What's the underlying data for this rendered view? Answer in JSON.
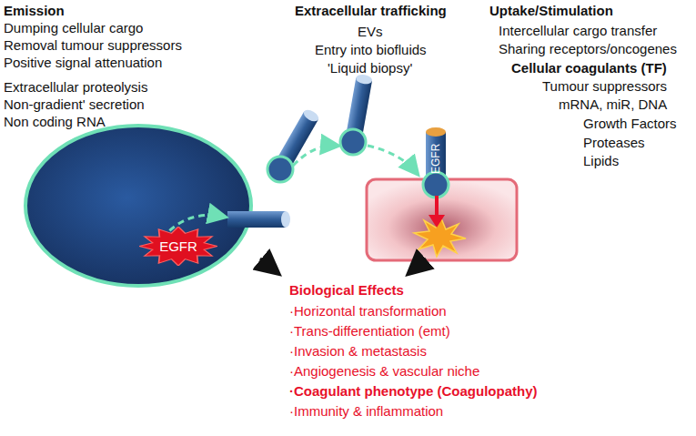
{
  "diagram": {
    "nodes": [
      {
        "text": [
          "EGFR"
        ]
      },
      {
        "text": [
          "EGFR"
        ]
      }
    ],
    "labels": [
      "Emission",
      "Dumping cellular cargo",
      "Removal tumour suppressors",
      "Positive signal attenuation",
      "Extracellular proteolysis",
      "Non-gradient' secretion",
      "Non coding RNA",
      "Extracellular trafficking",
      "EVs",
      "Entry into biofluids",
      "'Liquid biopsy'",
      "Uptake/Stimulation",
      "Intercellular cargo transfer",
      "Sharing receptors/oncogenes",
      "Cellular coagulants (TF)",
      "Tumour suppressors",
      "mRNA, miR, DNA",
      "Growth Factors",
      "Proteases",
      "Lipids",
      "Biological Effects",
      "·Horizontal transformation",
      "·Trans-differentiation (emt)",
      "·Invasion & metastasis",
      "·Angiogenesis & vascular niche",
      "·Coagulant phenotype (Coagulopathy)",
      "·Immunity & inflammation"
    ]
  }
}
